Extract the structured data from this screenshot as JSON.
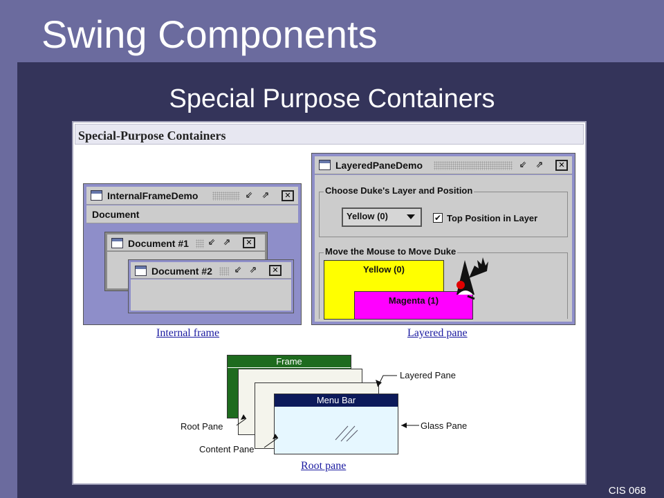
{
  "slide": {
    "title": "Swing Components",
    "subtitle": "Special Purpose Containers",
    "footer": "CIS 068"
  },
  "screenshot": {
    "header": "Special-Purpose Containers",
    "internal_frame_demo": {
      "title": "InternalFrameDemo",
      "menu": "Document",
      "documents": [
        "Document #1",
        "Document #2"
      ]
    },
    "layered_pane_demo": {
      "title": "LayeredPaneDemo",
      "group1_label": "Choose Duke's Layer and Position",
      "combo_value": "Yellow (0)",
      "checkbox_label": "Top Position in Layer",
      "checkbox_checked": true,
      "group2_label": "Move the Mouse to Move Duke",
      "layers": [
        "Yellow (0)",
        "Magenta (1)"
      ]
    },
    "links": {
      "internal_frame": "Internal frame",
      "layered_pane": "Layered pane",
      "root_pane": "Root pane"
    },
    "diagram": {
      "frame_label": "Frame",
      "menu_bar_label": "Menu Bar",
      "layered_pane": "Layered Pane",
      "glass_pane": "Glass Pane",
      "root_pane": "Root Pane",
      "content_pane": "Content Pane"
    },
    "icons": [
      "window-icon",
      "iconify-icon",
      "maximize-icon",
      "close-icon",
      "dropdown-arrow-icon",
      "checkmark-icon",
      "duke-mascot-icon"
    ]
  },
  "colors": {
    "background": "#34345a",
    "band": "#6b6b9e",
    "frame_border": "#8e8ec9",
    "yellow_layer": "#ffff00",
    "magenta_layer": "#ff00ff",
    "frame_green": "#1e6b1e",
    "menu_bar_navy": "#0c1a5a",
    "glass": "#e6f7ff"
  }
}
